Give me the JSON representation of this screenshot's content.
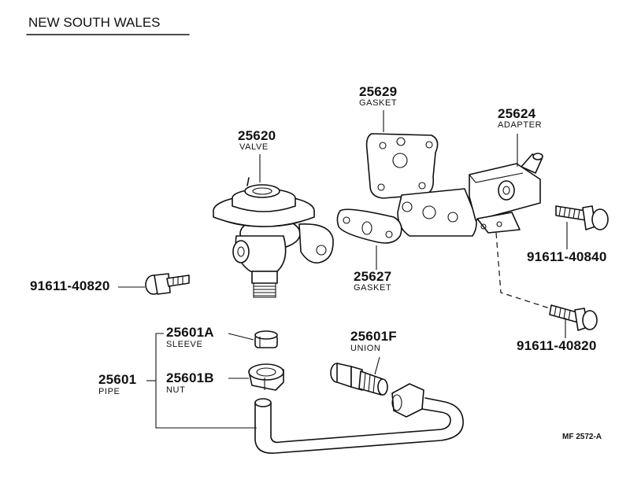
{
  "title": "NEW SOUTH WALES",
  "figure_code": "MF 2572-A",
  "parts": {
    "valve": {
      "number": "25620",
      "name": "VALVE"
    },
    "gasket_a": {
      "number": "25629",
      "name": "GASKET"
    },
    "adapter": {
      "number": "25624",
      "name": "ADAPTER"
    },
    "gasket_b": {
      "number": "25627",
      "name": "GASKET"
    },
    "bolt_1": {
      "number": "91611-40840"
    },
    "bolt_2": {
      "number": "91611-40820"
    },
    "bolt_3": {
      "number": "91611-40820"
    },
    "sleeve": {
      "number": "25601A",
      "name": "SLEEVE"
    },
    "nut": {
      "number": "25601B",
      "name": "NUT"
    },
    "pipe": {
      "number": "25601",
      "name": "PIPE"
    },
    "union": {
      "number": "25601F",
      "name": "UNION"
    }
  }
}
